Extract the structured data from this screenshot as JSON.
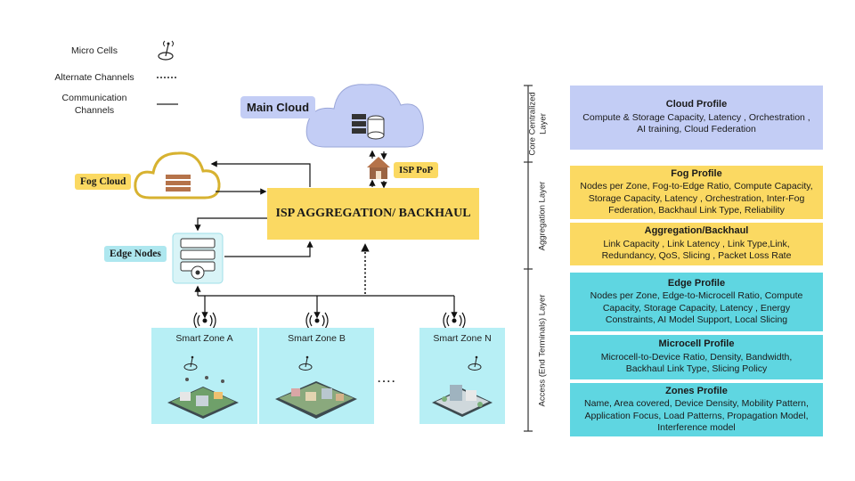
{
  "legend": {
    "micro_cells": "Micro Cells",
    "alternate_channels": "Alternate Channels",
    "communication_channels_line1": "Communication",
    "communication_channels_line2": "Channels"
  },
  "nodes": {
    "main_cloud": "Main Cloud",
    "isp_pop": "ISP PoP",
    "fog_cloud": "Fog Cloud",
    "aggregation": "ISP AGGREGATION/ BACKHAUL",
    "edge_nodes": "Edge Nodes"
  },
  "zones": [
    {
      "name": "Smart Zone A"
    },
    {
      "name": "Smart Zone B"
    },
    {
      "name": "Smart Zone N"
    }
  ],
  "zone_ellipsis": "....",
  "layers": {
    "core_line1": "Core Centralized",
    "core_line2": "Layer",
    "aggregation": "Aggregation Layer",
    "access": "Access (End Terminals) Layer"
  },
  "profiles": [
    {
      "title": "Cloud Profile",
      "lines": [
        "Compute & Storage Capacity, Latency , Orchestration ,",
        "AI training, Cloud Federation"
      ]
    },
    {
      "title": "Fog Profile",
      "lines": [
        "Nodes per Zone, Fog-to-Edge Ratio, Compute Capacity,",
        "Storage Capacity, Latency , Orchestration, Inter-Fog",
        "Federation, Backhaul Link Type, Reliability"
      ]
    },
    {
      "title": "Aggregation/Backhaul",
      "lines": [
        "Link Capacity , Link Latency , Link Type,Link,",
        "Redundancy, QoS, Slicing , Packet Loss Rate"
      ]
    },
    {
      "title": "Edge Profile",
      "lines": [
        "Nodes per Zone, Edge-to-Microcell Ratio, Compute",
        "Capacity, Storage Capacity, Latency , Energy",
        "Constraints, AI Model Support, Local Slicing"
      ]
    },
    {
      "title": "Microcell Profile",
      "lines": [
        "Microcell-to-Device Ratio, Density, Bandwidth,",
        "Backhaul Link Type, Slicing Policy"
      ]
    },
    {
      "title": "Zones Profile",
      "lines": [
        "Name, Area covered, Device Density, Mobility Pattern,",
        "Application Focus, Load Patterns, Propagation Model,",
        "Interference model"
      ]
    }
  ],
  "colors": {
    "cloud_blue": "#c3cdf5",
    "fog_yellow": "#fbd962",
    "edge_cyan": "#5fd6e1",
    "zone_cyan": "#b7eff5"
  }
}
